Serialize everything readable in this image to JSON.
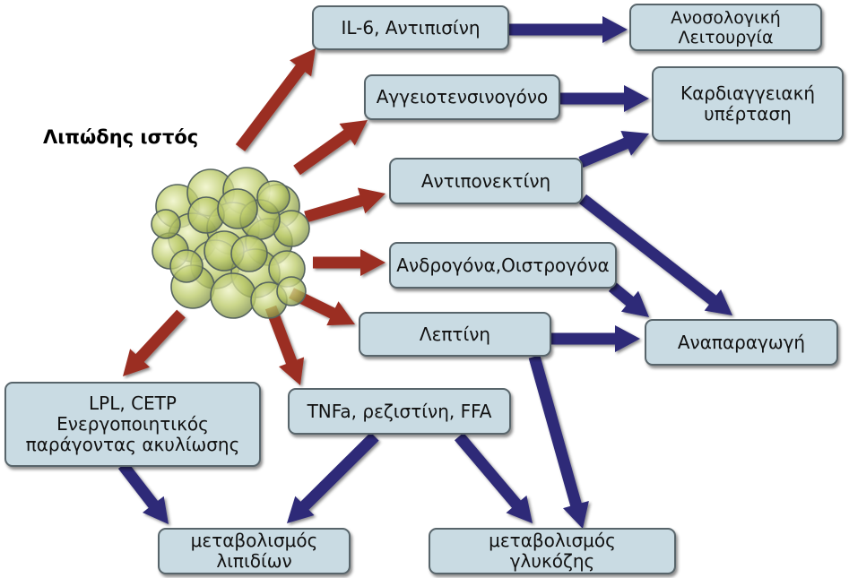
{
  "colors": {
    "arrow_red": "#9b2f22",
    "arrow_blue": "#2f2b78",
    "box_fill": "#c9dbe3",
    "box_border": "#58656b",
    "cell_fill": "#bccb6a"
  },
  "title": "Λιπώδης ιστός",
  "nodes": {
    "il6": {
      "text": "IL-6, Αντιπισίνη"
    },
    "immune": {
      "line1": "Ανοσολογική",
      "line2": "Λειτουργία"
    },
    "angio": {
      "text": "Αγγειοτενσινογόνο"
    },
    "cardio": {
      "line1": "Καρδιαγγειακή",
      "line2": "υπέρταση"
    },
    "adipo": {
      "text": "Αντιπονεκτίνη"
    },
    "andro": {
      "text": "Ανδρογόνα,Οιστρογόνα"
    },
    "repro": {
      "text": "Αναπαραγωγή"
    },
    "leptin": {
      "text": "Λεπτίνη"
    },
    "lpl": {
      "line1": "LPL, CETP",
      "line2": "Ενεργοποιητικός",
      "line3": "παράγοντας ακυλίωσης"
    },
    "tnf": {
      "text": "TNFa, ρεζιστίνη, FFA"
    },
    "lipid": {
      "line1": "μεταβολισμός",
      "line2": "λιπιδίων"
    },
    "glucose": {
      "line1": "μεταβολισμός",
      "line2": "γλυκόζης"
    }
  }
}
